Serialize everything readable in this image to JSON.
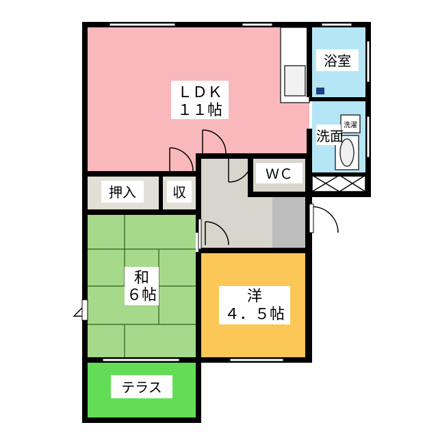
{
  "rooms": {
    "ldk": {
      "name": "ＬＤＫ",
      "size": "１１帖"
    },
    "bath": {
      "name": "浴室"
    },
    "washroom": {
      "name": "洗面",
      "washer": "洗濯"
    },
    "wc": {
      "name": "ＷＣ"
    },
    "closet": {
      "name": "押入"
    },
    "storage": {
      "name": "収"
    },
    "washitsu": {
      "name": "和",
      "size": "６帖"
    },
    "youshitsu": {
      "name": "洋",
      "size": "４．５帖"
    },
    "terrace": {
      "name": "テラス"
    }
  },
  "colors": {
    "ldk": "#f9b9bc",
    "bath": "#b5e6f5",
    "wc": "#b5e6f5",
    "tatami": "#a6d98a",
    "youshitsu": "#fbc756",
    "terrace": "#62dd55",
    "hall": "#d8d6cc",
    "closet": "#e2e0d6",
    "dark_floor": "#bdbdbd",
    "wall": "#000000"
  }
}
